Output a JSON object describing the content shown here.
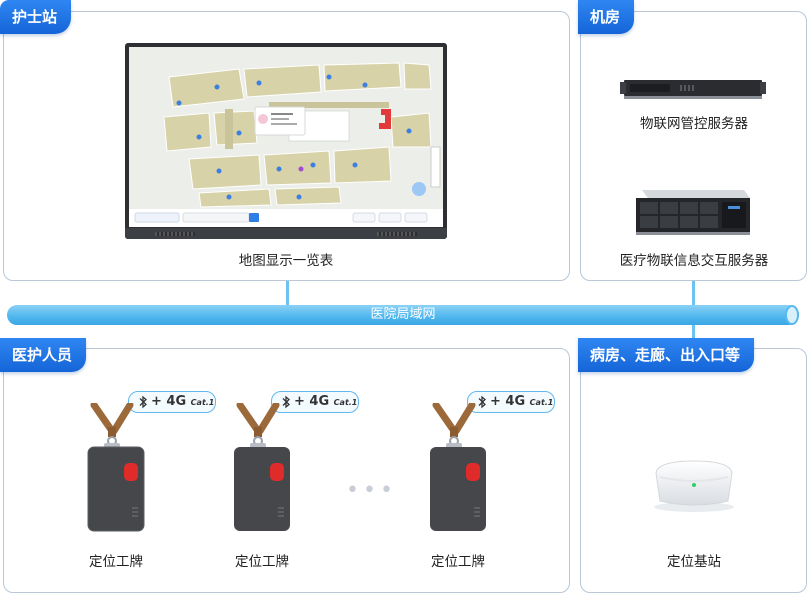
{
  "panels": {
    "nurse_station": {
      "title": "护士站",
      "caption": "地图显示一览表"
    },
    "machine_room": {
      "title": "机房",
      "server1_label": "物联网管控服务器",
      "server2_label": "医疗物联信息交互服务器"
    },
    "staff": {
      "title": "医护人员",
      "badge_label": "定位工牌",
      "badge_connectivity": "+ 4G",
      "badge_cat": "Cat.1"
    },
    "ward": {
      "title": "病房、走廊、出入口等",
      "station_label": "定位基站"
    }
  },
  "network": {
    "label": "医院局域网"
  },
  "colors": {
    "accent": "#1f74e6",
    "lan": "#4fb6ee",
    "panel_border": "#b9c7d6",
    "tag_red": "#e02b2b"
  },
  "icons": [
    "bluetooth-icon",
    "server-icon",
    "monitor-icon",
    "badge-icon",
    "base-station-icon"
  ]
}
